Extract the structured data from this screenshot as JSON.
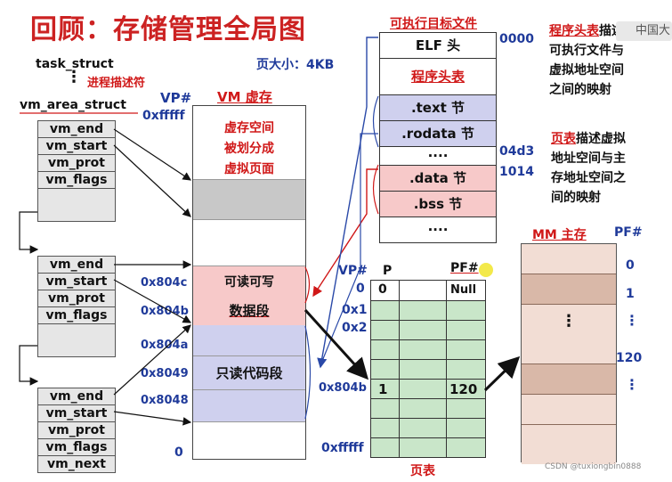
{
  "title": "回顾：存储管理全局图",
  "page_size": "页大小：4KB",
  "task_struct": "task_struct",
  "dots_vertical": "⋮",
  "process_descriptor": "进程描述符",
  "vm_area_struct": "vm_area_struct",
  "vma1": [
    "vm_end",
    "vm_start",
    "vm_prot",
    "vm_flags"
  ],
  "vma2": [
    "vm_end",
    "vm_start",
    "vm_prot",
    "vm_flags"
  ],
  "vma3": [
    "vm_end",
    "vm_start",
    "vm_prot",
    "vm_flags",
    "vm_next"
  ],
  "vp_label": "VP#",
  "vm_label": "VM 虚存",
  "vm_addrs": {
    "top": "0xfffff",
    "a804c": "0x804c",
    "a804b": "0x804b",
    "a804a": "0x804a",
    "a8049": "0x8049",
    "a8048": "0x8048",
    "zero": "0"
  },
  "vm_text": {
    "line1": "虚存空间",
    "line2": "被划分成",
    "line3": "虚拟页面",
    "rw": "可读可写",
    "data_seg": "数据段",
    "ro_code": "只读代码段"
  },
  "elf_title": "可执行目标文件",
  "elf_rows": [
    "ELF 头",
    "程序头表",
    ".text 节",
    ".rodata 节",
    "····",
    ".data 节",
    ".bss 节",
    "····"
  ],
  "elf_offsets": {
    "o0000": "0000",
    "o04d3": "04d3",
    "o1014": "1014"
  },
  "right_desc1": {
    "hl": "程序头表",
    "rest": "描述",
    "l2": "可执行文件与",
    "l3": "虚拟地址空间",
    "l4": "之间的映射"
  },
  "right_desc2": {
    "hl": "页表",
    "rest": "描述虚拟",
    "l2": "地址空间与主",
    "l3": "存地址空间之",
    "l4": "间的映射"
  },
  "page_table": {
    "vp": "VP#",
    "p": "P",
    "pf": "PF#",
    "row0_vp": "0",
    "row0_p": "0",
    "row0_pf": "Null",
    "vp_1": "0x1",
    "vp_2": "0x2",
    "vp_804b": "0x804b",
    "row804b_p": "1",
    "row804b_pf": "120",
    "vp_last": "0xfffff",
    "caption": "页表"
  },
  "mm": {
    "label": "MM 主存",
    "pf": "PF#",
    "pf0": "0",
    "pf1": "1",
    "pfdots": "⋮",
    "pf120": "120",
    "pfdots2": "⋮",
    "inner_dots": "⋮"
  },
  "watermark": "CSDN @tuxiongbin0888",
  "corner_text": "中国大"
}
